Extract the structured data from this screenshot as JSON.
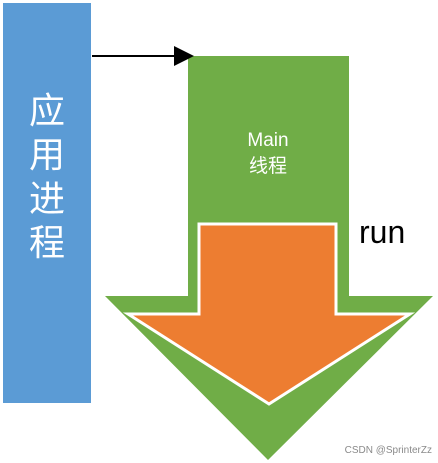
{
  "diagram": {
    "app_process_label": [
      "应",
      "用",
      "进",
      "程"
    ],
    "main_thread_label": [
      "Main",
      "线程"
    ],
    "run_label": "run",
    "colors": {
      "app_process": "#5b9bd5",
      "main_thread": "#70ad47",
      "run_arrow": "#ed7d31",
      "outline": "#ffffff",
      "connector": "#000000"
    }
  },
  "watermark": "CSDN @SprinterZz"
}
